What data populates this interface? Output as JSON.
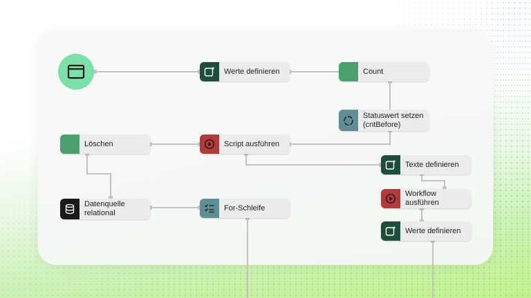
{
  "colors": {
    "dark_green": "#1e4d3b",
    "mid_green": "#4aa06f",
    "red": "#b13a3a",
    "teal_gray": "#5f8f95",
    "black": "#1a1a1a",
    "start_green": "#7de0a8",
    "wire": "#c2c2c2"
  },
  "start_node": {
    "icon": "window-icon"
  },
  "nodes": {
    "werte1": {
      "label": "Werte definieren",
      "icon": "sparkle-square-icon"
    },
    "count": {
      "label": "Count",
      "icon": ""
    },
    "status": {
      "label_line1": "Statuswert setzen",
      "label_line2": "(cntBefore)",
      "icon": "circle-refresh-icon"
    },
    "loeschen": {
      "label": "Löschen",
      "icon": ""
    },
    "script": {
      "label": "Script ausführen",
      "icon": "play-circle-icon"
    },
    "texte": {
      "label": "Texte definieren",
      "icon": "sparkle-square-icon"
    },
    "workflow": {
      "label": "Workflow ausführen",
      "icon": "play-circle-icon"
    },
    "werte2": {
      "label": "Werte definieren",
      "icon": "sparkle-square-icon"
    },
    "datenquelle": {
      "label_line1": "Datenquelle",
      "label_line2": "relational",
      "icon": "database-icon"
    },
    "forloop": {
      "label": "For-Schleife",
      "icon": "checklist-icon"
    }
  }
}
